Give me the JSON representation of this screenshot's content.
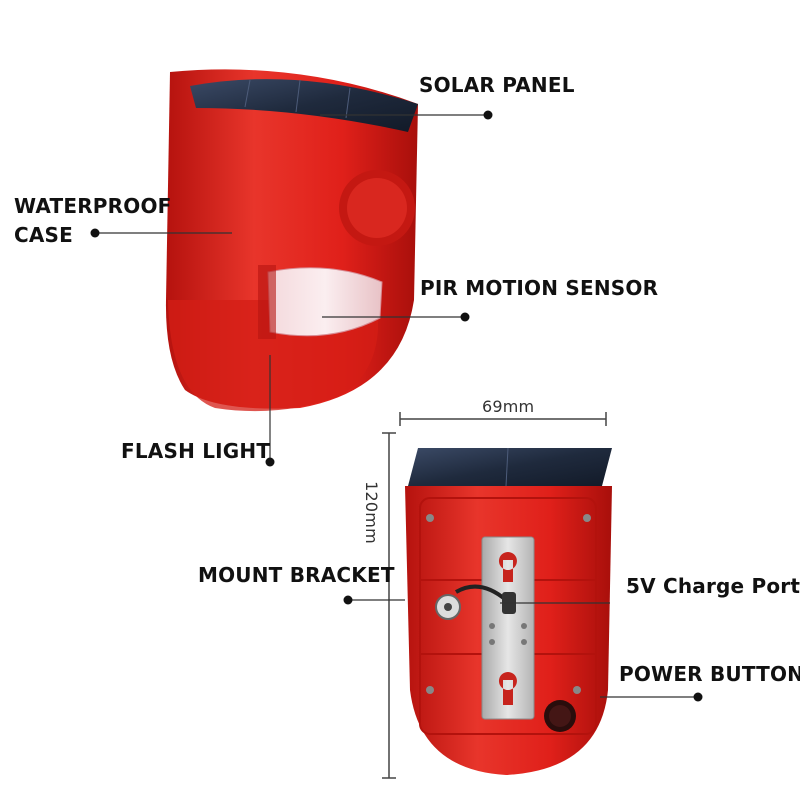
{
  "labels": {
    "solar_panel": "SOLAR PANEL",
    "waterproof_line1": "WATERPROOF",
    "waterproof_line2": "CASE",
    "pir_sensor": "PIR MOTION SENSOR",
    "flash_light": "FLASH LIGHT",
    "mount_bracket": "MOUNT BRACKET",
    "charge_port": "5V Charge Port",
    "power_button": "POWER BUTTON"
  },
  "dimensions": {
    "width_label": "69mm",
    "height_label": "120mm"
  },
  "colors": {
    "housing_red": "#e0201a",
    "housing_dark": "#b5120e",
    "solar_panel": "#1f2a3d",
    "bracket_metal": "#c9c9c9",
    "leader_line": "#333333"
  }
}
